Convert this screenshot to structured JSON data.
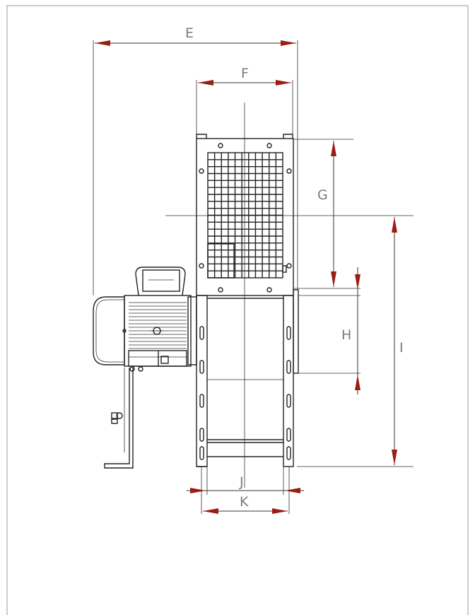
{
  "drawing": {
    "title": "",
    "dimensions": {
      "E": "E",
      "F": "F",
      "G": "G",
      "H": "H",
      "I": "I",
      "J": "J",
      "K": "K"
    }
  },
  "components": {
    "motor": "motor",
    "housing": "fan-housing",
    "grille": "inlet-grille",
    "frame": "support-frame",
    "bracket": "mounting-bracket"
  },
  "colors": {
    "line": "#222222",
    "arrow": "#9a1c14",
    "label": "#7a7a7a",
    "border": "#9a9a9a"
  }
}
